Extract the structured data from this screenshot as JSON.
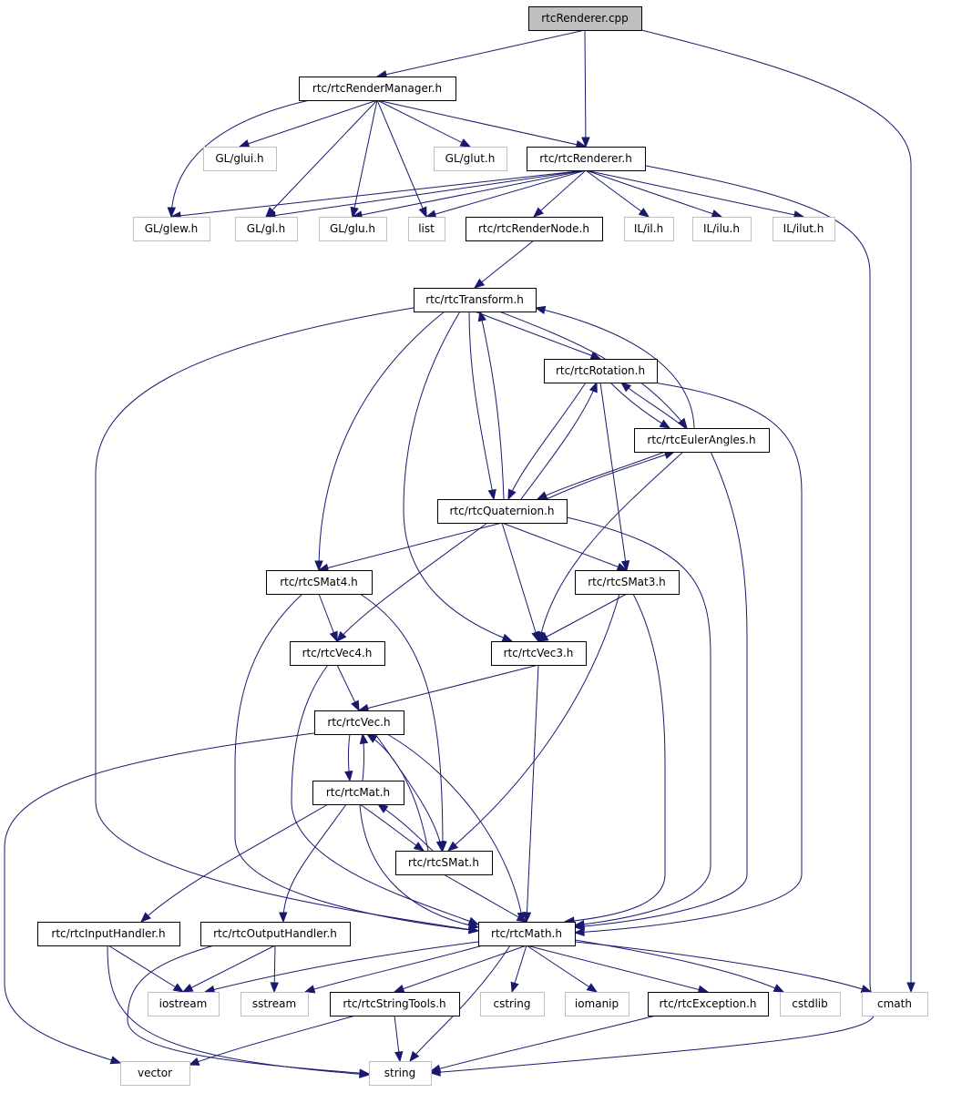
{
  "diagram": {
    "colors": {
      "edge": "#191970",
      "node_border": "#000000",
      "external_border": "#bfbfbf",
      "root_fill": "#bfbfbf",
      "text": "#000000"
    },
    "nodes": [
      {
        "id": "rtcRenderer_cpp",
        "label": "rtcRenderer.cpp",
        "style": "root"
      },
      {
        "id": "rtcRenderManager_h",
        "label": "rtc/rtcRenderManager.h",
        "style": "doc"
      },
      {
        "id": "rtcRenderer_h",
        "label": "rtc/rtcRenderer.h",
        "style": "doc"
      },
      {
        "id": "GL_glui_h",
        "label": "GL/glui.h",
        "style": "ext"
      },
      {
        "id": "GL_glut_h",
        "label": "GL/glut.h",
        "style": "ext"
      },
      {
        "id": "GL_glew_h",
        "label": "GL/glew.h",
        "style": "ext"
      },
      {
        "id": "GL_gl_h",
        "label": "GL/gl.h",
        "style": "ext"
      },
      {
        "id": "GL_glu_h",
        "label": "GL/glu.h",
        "style": "ext"
      },
      {
        "id": "list",
        "label": "list",
        "style": "ext"
      },
      {
        "id": "rtcRenderNode_h",
        "label": "rtc/rtcRenderNode.h",
        "style": "doc"
      },
      {
        "id": "IL_il_h",
        "label": "IL/il.h",
        "style": "ext"
      },
      {
        "id": "IL_ilu_h",
        "label": "IL/ilu.h",
        "style": "ext"
      },
      {
        "id": "IL_ilut_h",
        "label": "IL/ilut.h",
        "style": "ext"
      },
      {
        "id": "rtcTransform_h",
        "label": "rtc/rtcTransform.h",
        "style": "doc"
      },
      {
        "id": "rtcRotation_h",
        "label": "rtc/rtcRotation.h",
        "style": "doc"
      },
      {
        "id": "rtcEulerAngles_h",
        "label": "rtc/rtcEulerAngles.h",
        "style": "doc"
      },
      {
        "id": "rtcQuaternion_h",
        "label": "rtc/rtcQuaternion.h",
        "style": "doc"
      },
      {
        "id": "rtcSMat4_h",
        "label": "rtc/rtcSMat4.h",
        "style": "doc"
      },
      {
        "id": "rtcSMat3_h",
        "label": "rtc/rtcSMat3.h",
        "style": "doc"
      },
      {
        "id": "rtcVec4_h",
        "label": "rtc/rtcVec4.h",
        "style": "doc"
      },
      {
        "id": "rtcVec3_h",
        "label": "rtc/rtcVec3.h",
        "style": "doc"
      },
      {
        "id": "rtcVec_h",
        "label": "rtc/rtcVec.h",
        "style": "doc"
      },
      {
        "id": "rtcMat_h",
        "label": "rtc/rtcMat.h",
        "style": "doc"
      },
      {
        "id": "rtcSMat_h",
        "label": "rtc/rtcSMat.h",
        "style": "doc"
      },
      {
        "id": "rtcInputHandler_h",
        "label": "rtc/rtcInputHandler.h",
        "style": "doc"
      },
      {
        "id": "rtcOutputHandler_h",
        "label": "rtc/rtcOutputHandler.h",
        "style": "doc"
      },
      {
        "id": "rtcMath_h",
        "label": "rtc/rtcMath.h",
        "style": "doc"
      },
      {
        "id": "iostream",
        "label": "iostream",
        "style": "ext"
      },
      {
        "id": "sstream",
        "label": "sstream",
        "style": "ext"
      },
      {
        "id": "rtcStringTools_h",
        "label": "rtc/rtcStringTools.h",
        "style": "doc"
      },
      {
        "id": "cstring",
        "label": "cstring",
        "style": "ext"
      },
      {
        "id": "iomanip",
        "label": "iomanip",
        "style": "ext"
      },
      {
        "id": "rtcException_h",
        "label": "rtc/rtcException.h",
        "style": "doc"
      },
      {
        "id": "cstdlib",
        "label": "cstdlib",
        "style": "ext"
      },
      {
        "id": "cmath",
        "label": "cmath",
        "style": "ext"
      },
      {
        "id": "vector",
        "label": "vector",
        "style": "ext"
      },
      {
        "id": "string",
        "label": "string",
        "style": "ext"
      }
    ],
    "edges": [
      [
        "rtcRenderer_cpp",
        "rtcRenderManager_h"
      ],
      [
        "rtcRenderer_cpp",
        "rtcRenderer_h"
      ],
      [
        "rtcRenderer_cpp",
        "cmath"
      ],
      [
        "rtcRenderManager_h",
        "GL_glew_h"
      ],
      [
        "rtcRenderManager_h",
        "GL_glui_h"
      ],
      [
        "rtcRenderManager_h",
        "GL_gl_h"
      ],
      [
        "rtcRenderManager_h",
        "GL_glu_h"
      ],
      [
        "rtcRenderManager_h",
        "list"
      ],
      [
        "rtcRenderManager_h",
        "GL_glut_h"
      ],
      [
        "rtcRenderManager_h",
        "rtcRenderer_h"
      ],
      [
        "rtcRenderer_h",
        "GL_glew_h"
      ],
      [
        "rtcRenderer_h",
        "GL_gl_h"
      ],
      [
        "rtcRenderer_h",
        "GL_glu_h"
      ],
      [
        "rtcRenderer_h",
        "list"
      ],
      [
        "rtcRenderer_h",
        "rtcRenderNode_h"
      ],
      [
        "rtcRenderer_h",
        "IL_il_h"
      ],
      [
        "rtcRenderer_h",
        "IL_ilu_h"
      ],
      [
        "rtcRenderer_h",
        "IL_ilut_h"
      ],
      [
        "rtcRenderer_h",
        "string"
      ],
      [
        "rtcRenderNode_h",
        "rtcTransform_h"
      ],
      [
        "rtcTransform_h",
        "rtcRotation_h"
      ],
      [
        "rtcTransform_h",
        "rtcEulerAngles_h"
      ],
      [
        "rtcTransform_h",
        "rtcQuaternion_h"
      ],
      [
        "rtcTransform_h",
        "rtcSMat4_h"
      ],
      [
        "rtcTransform_h",
        "rtcVec3_h"
      ],
      [
        "rtcTransform_h",
        "rtcMath_h"
      ],
      [
        "rtcRotation_h",
        "rtcEulerAngles_h"
      ],
      [
        "rtcRotation_h",
        "rtcQuaternion_h"
      ],
      [
        "rtcRotation_h",
        "rtcSMat3_h"
      ],
      [
        "rtcRotation_h",
        "rtcMath_h"
      ],
      [
        "rtcEulerAngles_h",
        "rtcTransform_h"
      ],
      [
        "rtcEulerAngles_h",
        "rtcRotation_h"
      ],
      [
        "rtcEulerAngles_h",
        "rtcQuaternion_h"
      ],
      [
        "rtcEulerAngles_h",
        "rtcVec3_h"
      ],
      [
        "rtcEulerAngles_h",
        "rtcMath_h"
      ],
      [
        "rtcQuaternion_h",
        "rtcTransform_h"
      ],
      [
        "rtcQuaternion_h",
        "rtcRotation_h"
      ],
      [
        "rtcQuaternion_h",
        "rtcEulerAngles_h"
      ],
      [
        "rtcQuaternion_h",
        "rtcSMat4_h"
      ],
      [
        "rtcQuaternion_h",
        "rtcSMat3_h"
      ],
      [
        "rtcQuaternion_h",
        "rtcVec4_h"
      ],
      [
        "rtcQuaternion_h",
        "rtcVec3_h"
      ],
      [
        "rtcQuaternion_h",
        "rtcMath_h"
      ],
      [
        "rtcSMat4_h",
        "rtcVec4_h"
      ],
      [
        "rtcSMat4_h",
        "rtcSMat_h"
      ],
      [
        "rtcSMat4_h",
        "rtcMath_h"
      ],
      [
        "rtcSMat3_h",
        "rtcVec3_h"
      ],
      [
        "rtcSMat3_h",
        "rtcSMat_h"
      ],
      [
        "rtcSMat3_h",
        "rtcMath_h"
      ],
      [
        "rtcVec4_h",
        "rtcVec_h"
      ],
      [
        "rtcVec4_h",
        "rtcMath_h"
      ],
      [
        "rtcVec3_h",
        "rtcVec_h"
      ],
      [
        "rtcVec3_h",
        "rtcMath_h"
      ],
      [
        "rtcVec_h",
        "rtcMat_h"
      ],
      [
        "rtcVec_h",
        "rtcSMat_h"
      ],
      [
        "rtcVec_h",
        "rtcMath_h"
      ],
      [
        "rtcVec_h",
        "vector"
      ],
      [
        "rtcMat_h",
        "rtcVec_h"
      ],
      [
        "rtcMat_h",
        "rtcSMat_h"
      ],
      [
        "rtcMat_h",
        "rtcMath_h"
      ],
      [
        "rtcMat_h",
        "rtcInputHandler_h"
      ],
      [
        "rtcMat_h",
        "rtcOutputHandler_h"
      ],
      [
        "rtcSMat_h",
        "rtcMat_h"
      ],
      [
        "rtcSMat_h",
        "rtcVec_h"
      ],
      [
        "rtcSMat_h",
        "rtcMath_h"
      ],
      [
        "rtcInputHandler_h",
        "iostream"
      ],
      [
        "rtcInputHandler_h",
        "string"
      ],
      [
        "rtcOutputHandler_h",
        "iostream"
      ],
      [
        "rtcOutputHandler_h",
        "sstream"
      ],
      [
        "rtcOutputHandler_h",
        "string"
      ],
      [
        "rtcMath_h",
        "iostream"
      ],
      [
        "rtcMath_h",
        "sstream"
      ],
      [
        "rtcMath_h",
        "rtcStringTools_h"
      ],
      [
        "rtcMath_h",
        "cstring"
      ],
      [
        "rtcMath_h",
        "iomanip"
      ],
      [
        "rtcMath_h",
        "rtcException_h"
      ],
      [
        "rtcMath_h",
        "cstdlib"
      ],
      [
        "rtcMath_h",
        "cmath"
      ],
      [
        "rtcMath_h",
        "string"
      ],
      [
        "rtcStringTools_h",
        "vector"
      ],
      [
        "rtcStringTools_h",
        "string"
      ],
      [
        "rtcException_h",
        "string"
      ]
    ]
  }
}
